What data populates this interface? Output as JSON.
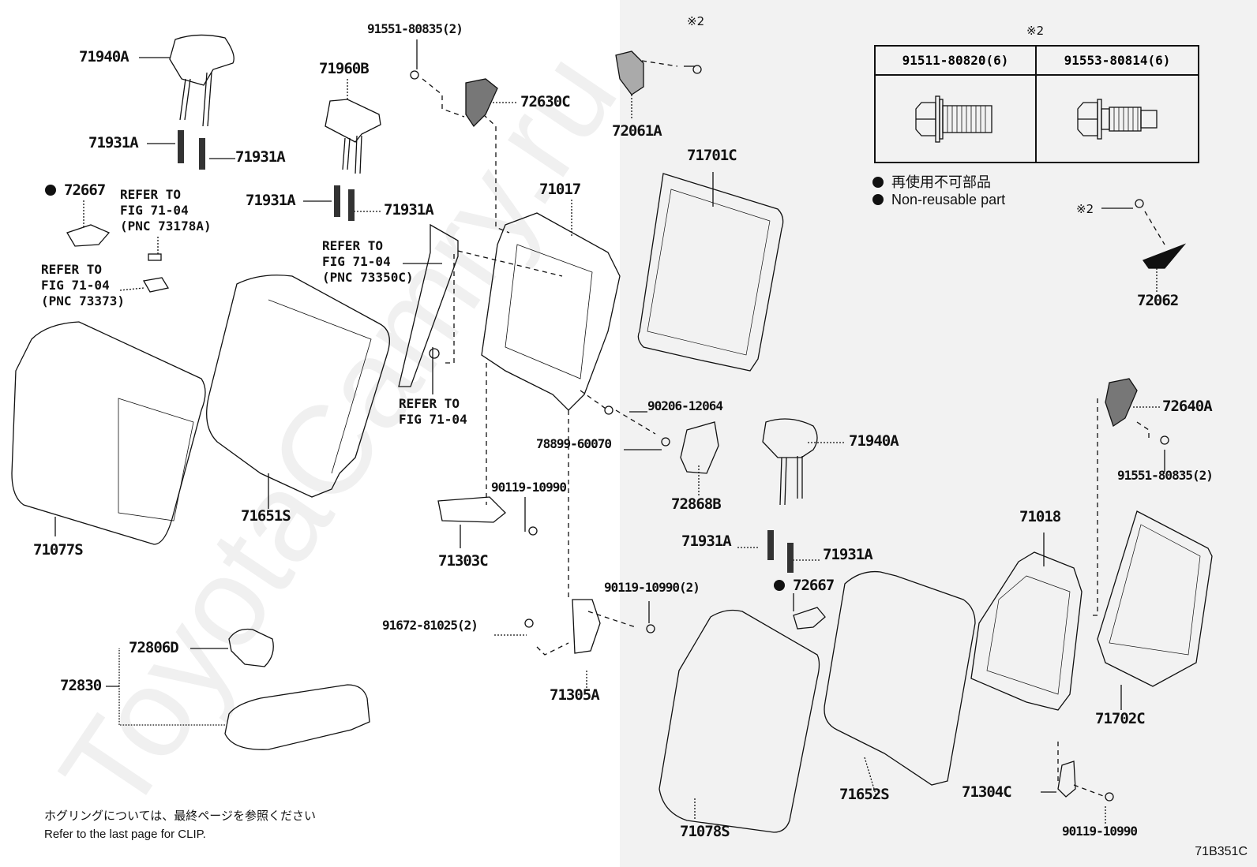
{
  "diagram": {
    "code": "71B351C",
    "watermark": "ToyotaCamry.ru",
    "parts": {
      "headrest_left": "71940A",
      "headrest_center": "71960B",
      "headrest_right": "71940A",
      "support_1": "71931A",
      "support_2": "71931A",
      "support_3": "71931A",
      "support_4": "71931A",
      "support_5": "71931A",
      "support_6": "71931A",
      "bolt_top_center": "91551-80835(2)",
      "lock_cover_left": "72630C",
      "hinge_cover": "72061A",
      "star2_top": "※2",
      "frame_left": "71017",
      "board_left": "71701C",
      "bezel_left": "72667",
      "bezel_right": "72667",
      "cover_left": "71077S",
      "pad_left": "71651S",
      "nut": "90206-12064",
      "bolt_78899": "78899-60070",
      "bolt_90119_a": "90119-10990",
      "hinge_left": "71303C",
      "cover_72868": "72868B",
      "bolt_90119_b": "90119-10990(2)",
      "bolt_91672": "91672-81025(2)",
      "hinge_center": "71305A",
      "cup_holder": "72806D",
      "armrest": "72830",
      "cover_right": "71078S",
      "pad_right": "71652S",
      "frame_right": "71018",
      "board_right": "71702C",
      "lock_cover_right": "72640A",
      "bolt_right": "91551-80835(2)",
      "hinge_right": "71304C",
      "bolt_90119_c": "90119-10990",
      "bracket_72062": "72062",
      "star2_right": "※2"
    },
    "refer": {
      "r1": "REFER TO\nFIG 71-04\n(PNC 73178A)",
      "r2": "REFER TO\nFIG 71-04\n(PNC 73373)",
      "r3": "REFER TO\nFIG 71-04\n(PNC 73350C)",
      "r4": "REFER TO\nFIG 71-04"
    },
    "bolt_table": {
      "mark": "※2",
      "columns": [
        "91511-80820(6)",
        "91553-80814(6)"
      ]
    },
    "legend": {
      "jp": "再使用不可部品",
      "en": "Non-reusable part"
    },
    "footnote": {
      "jp": "ホグリングについては、最終ページを参照ください",
      "en": "Refer to the last page for CLIP."
    }
  }
}
